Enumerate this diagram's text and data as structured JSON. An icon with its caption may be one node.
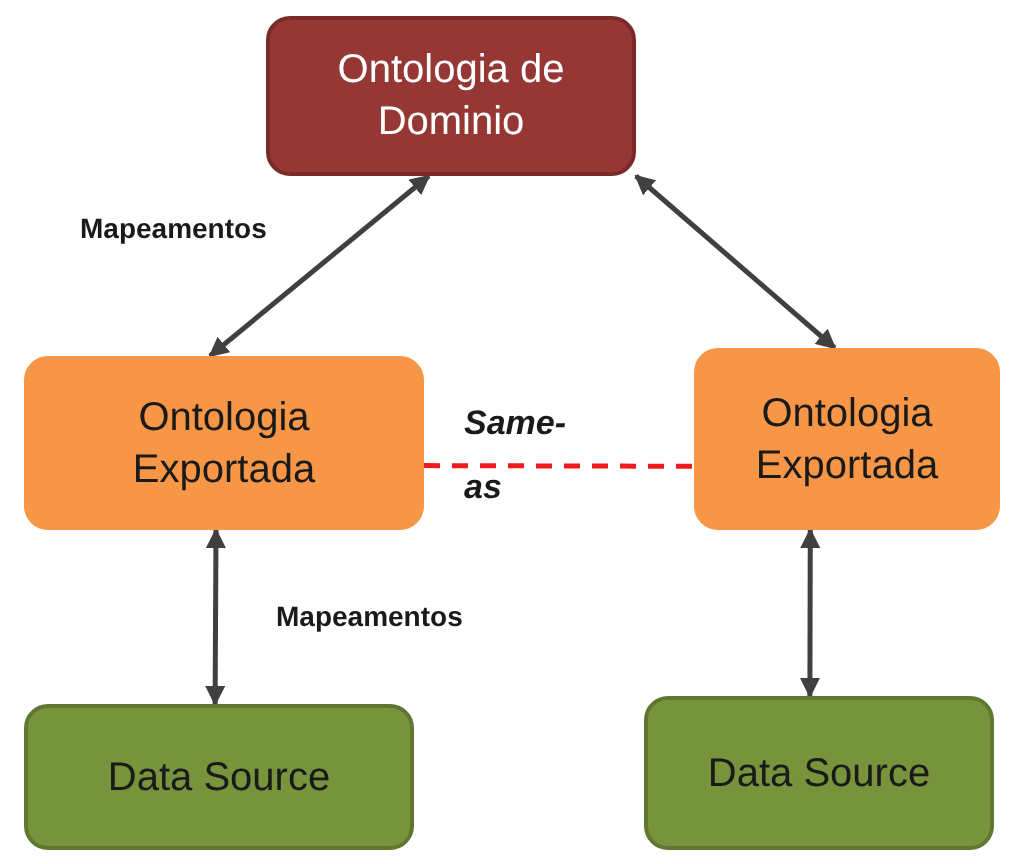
{
  "diagram": {
    "nodes": [
      {
        "text": [
          "Ontologia de Dominio"
        ]
      },
      {
        "text": [
          "Ontologia Exportada"
        ]
      },
      {
        "text": [
          "Ontologia Exportada"
        ]
      },
      {
        "text": [
          "Data Source"
        ]
      },
      {
        "text": [
          "Data Source"
        ]
      }
    ],
    "edges": [
      {
        "from": 0,
        "to": 1,
        "arrow": "both",
        "label": "Mapeamentos"
      },
      {
        "from": 0,
        "to": 2,
        "arrow": "both"
      },
      {
        "from": 1,
        "to": 2,
        "arrow": "none",
        "label": "Same-as",
        "style": "dashed",
        "color": "#ee1c1c"
      },
      {
        "from": 1,
        "to": 3,
        "arrow": "both",
        "label": "Mapeamentos"
      },
      {
        "from": 2,
        "to": 4,
        "arrow": "both"
      }
    ]
  }
}
